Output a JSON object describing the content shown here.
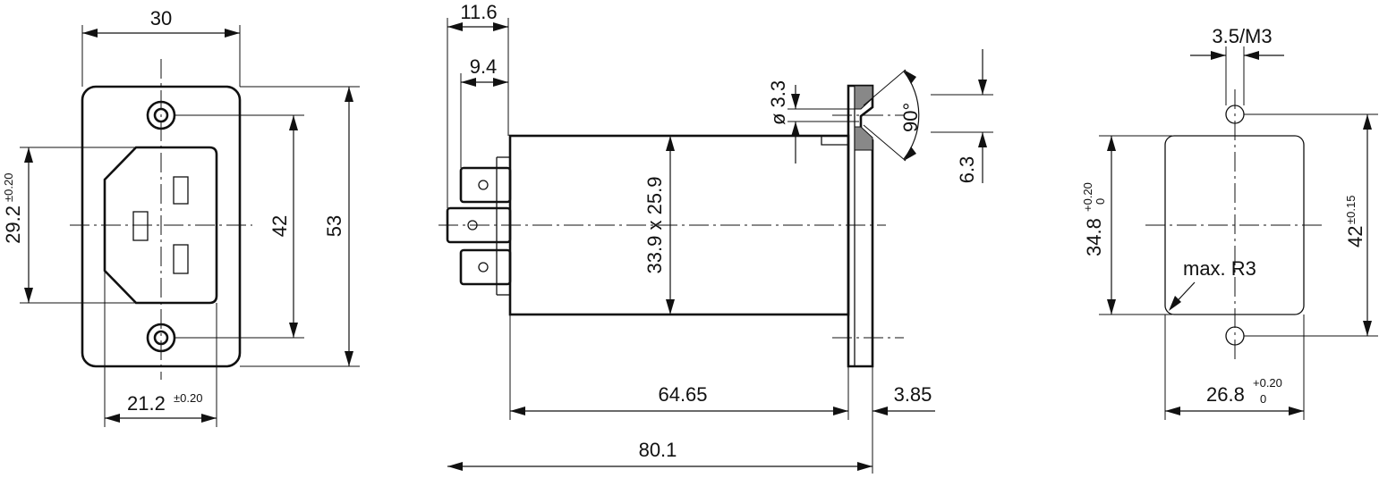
{
  "front_view": {
    "width": "30",
    "height_outer": "53",
    "height_holes": "42",
    "opening_height": "29.2",
    "opening_height_tol": "±0.20",
    "opening_width": "21.2",
    "opening_width_tol": "±0.20"
  },
  "side_view": {
    "tab_top": "11.6",
    "tab_inner": "9.4",
    "hole_dia": "ø 3.3",
    "countersink_angle": "90°",
    "flange_offset": "6.3",
    "body_size": "33.9 x 25.9",
    "body_length": "64.65",
    "flange_thickness": "3.85",
    "overall_length": "80.1"
  },
  "cutout_view": {
    "screw": "3.5/M3",
    "cutout_height": "34.8",
    "cutout_height_tol_upper": "+0.20",
    "cutout_height_tol_lower": "0",
    "hole_spacing": "42",
    "hole_spacing_tol": "±0.15",
    "corner_radius": "max. R3",
    "cutout_width": "26.8",
    "cutout_width_tol_upper": "+0.20",
    "cutout_width_tol_lower": "0"
  }
}
